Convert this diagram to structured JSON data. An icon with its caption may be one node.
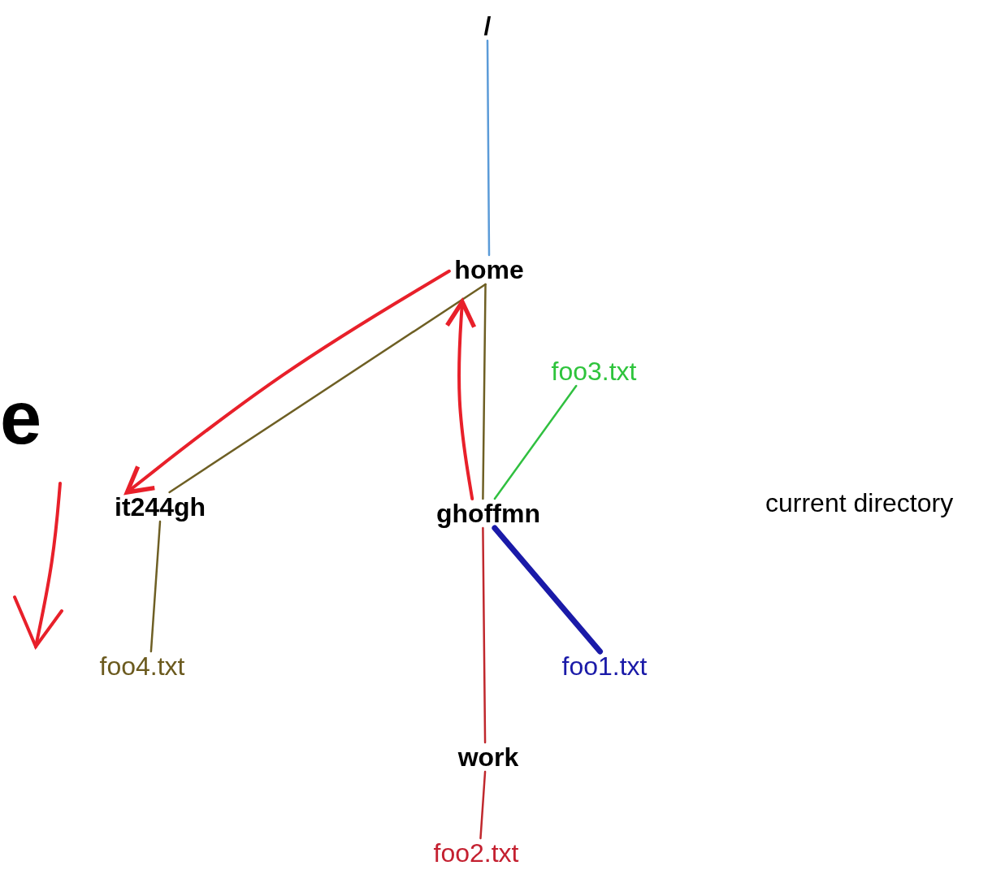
{
  "diagram": {
    "nodes": [
      {
        "text": [
          "/"
        ]
      },
      {
        "text": [
          "home"
        ]
      },
      {
        "text": [
          "it244gh"
        ]
      },
      {
        "text": [
          "ghoffmn"
        ]
      },
      {
        "text": [
          "foo3.txt"
        ]
      },
      {
        "text": [
          "foo4.txt"
        ]
      },
      {
        "text": [
          "foo1.txt"
        ]
      },
      {
        "text": [
          "work"
        ]
      },
      {
        "text": [
          "foo2.txt"
        ]
      }
    ],
    "edges": [
      {
        "from": 0,
        "to": 1,
        "arrow": "none",
        "color": "#5b9bd8"
      },
      {
        "from": 1,
        "to": 2,
        "arrow": "none",
        "color": "#6e5f24"
      },
      {
        "from": 1,
        "to": 3,
        "arrow": "none",
        "color": "#6e5f24"
      },
      {
        "from": 3,
        "to": 4,
        "arrow": "none",
        "color": "#30c040"
      },
      {
        "from": 3,
        "to": 6,
        "arrow": "none",
        "style": "thick",
        "color": "#1a1aa8"
      },
      {
        "from": 3,
        "to": 7,
        "arrow": "none",
        "color": "#c0282d"
      },
      {
        "from": 7,
        "to": 8,
        "arrow": "none",
        "color": "#c0282d"
      },
      {
        "from": 2,
        "to": 5,
        "arrow": "none",
        "color": "#6e5f24"
      },
      {
        "from": 1,
        "to": 2,
        "arrow": "to",
        "color": "#e8202a"
      },
      {
        "from": 3,
        "to": 1,
        "arrow": "to",
        "color": "#e8202a"
      }
    ],
    "labels": [
      "e",
      "current directory"
    ]
  }
}
